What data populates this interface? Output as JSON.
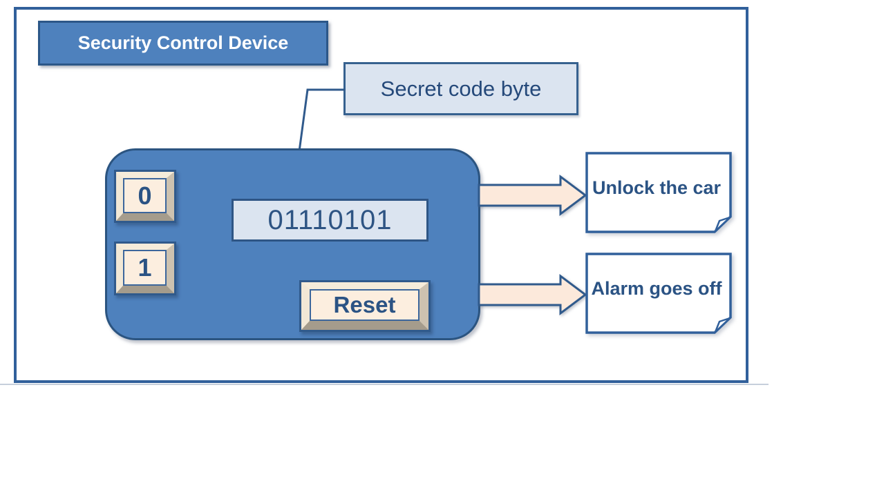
{
  "title": {
    "label": "Security Control Device"
  },
  "callout": {
    "label": "Secret code byte"
  },
  "device": {
    "display_value": "01110101",
    "keys": [
      {
        "label": "0"
      },
      {
        "label": "1"
      }
    ],
    "reset_label": "Reset"
  },
  "outcomes": [
    {
      "label": "Unlock the car"
    },
    {
      "label": "Alarm goes off"
    }
  ],
  "colors": {
    "panel_blue": "#4e81bd",
    "border_navy": "#305a8c",
    "light_blue": "#dbe4f0",
    "arrow_cream": "#fce9db",
    "button_face": "#fceedf",
    "text_navy": "#2b5384",
    "note_fill": "#ffffff",
    "divider_gray": "#c6cfdb"
  }
}
